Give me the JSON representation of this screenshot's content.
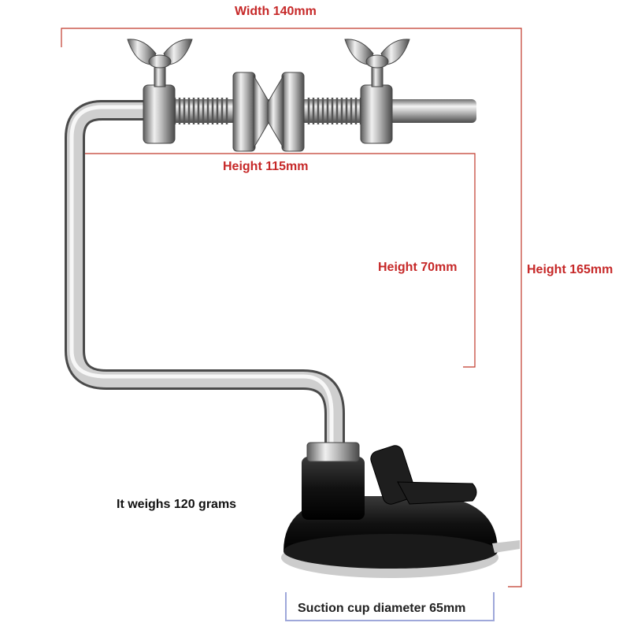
{
  "dimensions": {
    "width": "Width 140mm",
    "height_total": "Height 165mm",
    "height_upper": "Height 115mm",
    "height_arm": "Height 70mm",
    "suction_cup": "Suction cup diameter 65mm"
  },
  "weight": "It weighs 120 grams",
  "colors": {
    "dimension_lines": "#c0392b",
    "label_text": "#c62828",
    "caption_bracket": "#9fa8da"
  }
}
